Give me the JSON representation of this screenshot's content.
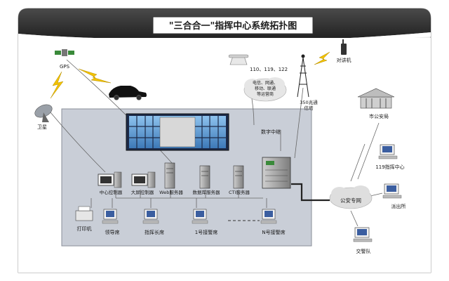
{
  "title": "\"三合合一\"指挥中心系统拓扑图",
  "labels": {
    "gps": "GPS",
    "satellite": "卫星",
    "phones": "110、119、122",
    "carriers": [
      "电信、网通、",
      "移动、联通",
      "等运营商"
    ],
    "walkie": "对讲机",
    "tower": [
      "350兆通",
      "信塔"
    ],
    "digital_trunk": "数字中继",
    "city_police": "市公安局",
    "fire_center": "119指挥中心",
    "police_net": "公安专网",
    "police_station": "派出所",
    "traffic_police": "交警队",
    "center_controller": "中心控制器",
    "screen_controller": "大屏控制器",
    "web_server": "Web服务器",
    "db_server": "数据库服务器",
    "cti_server": "CTI服务器",
    "printer": "打印机",
    "leader_seat": "领导席",
    "commander_seat": "指挥长席",
    "op1": "1号接警席",
    "opN": "N号接警席"
  },
  "colors": {
    "frame_fill": "#e9e9e9",
    "header_dark": "#2b2b2b",
    "inner_box": "#c8cdd6",
    "lightning": "#f2c200"
  }
}
